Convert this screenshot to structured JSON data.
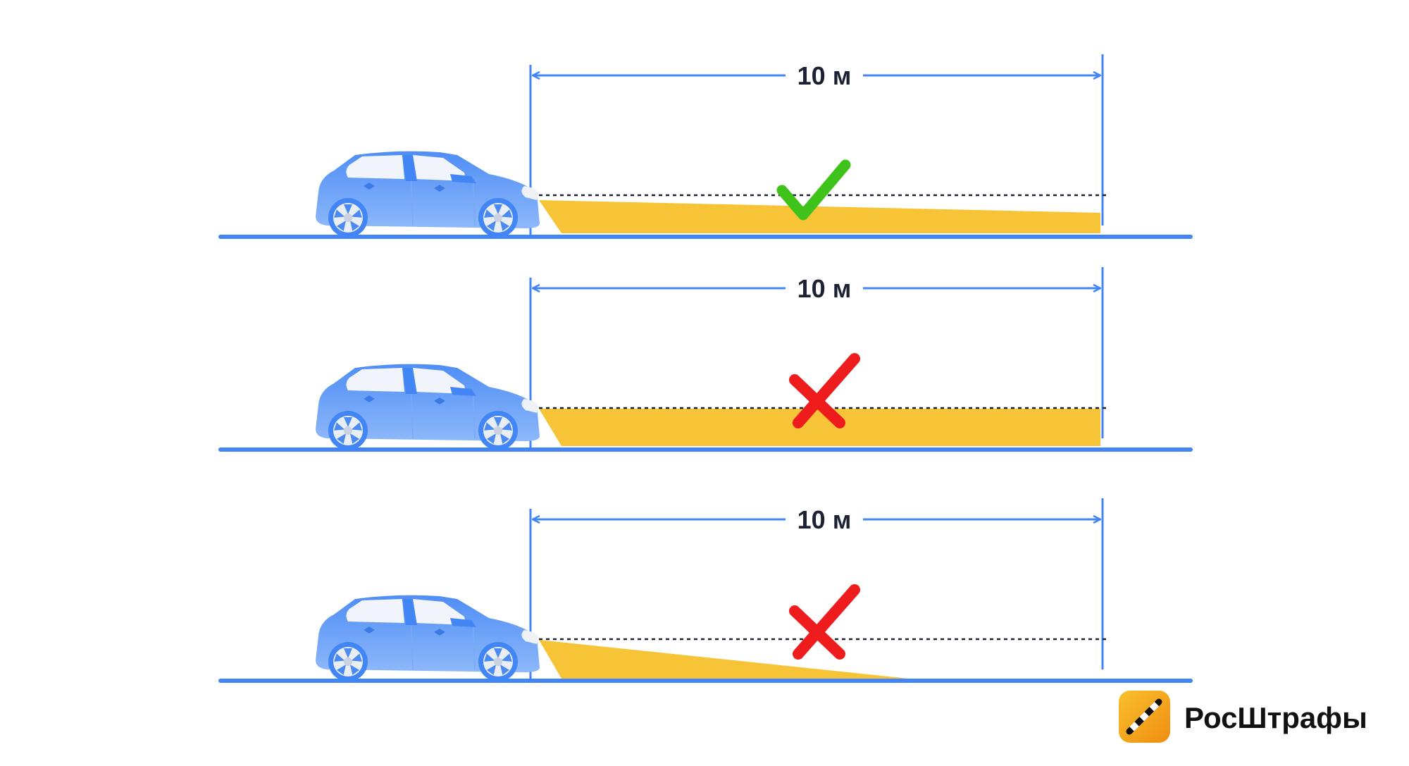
{
  "title": "Headlight low-beam adjustment check",
  "colors": {
    "accent": "#4285f4",
    "beam": "#f7c437",
    "ok": "#3fc21a",
    "bad": "#ee1c1c",
    "car": "#5b97f5"
  },
  "panels": [
    {
      "distance_label": "10 м",
      "verdict": "correct",
      "verdict_icon": "check-icon"
    },
    {
      "distance_label": "10 м",
      "verdict": "incorrect",
      "verdict_icon": "cross-icon"
    },
    {
      "distance_label": "10 м",
      "verdict": "incorrect",
      "verdict_icon": "cross-icon"
    }
  ],
  "logo": {
    "name": "РосШтрафы"
  }
}
